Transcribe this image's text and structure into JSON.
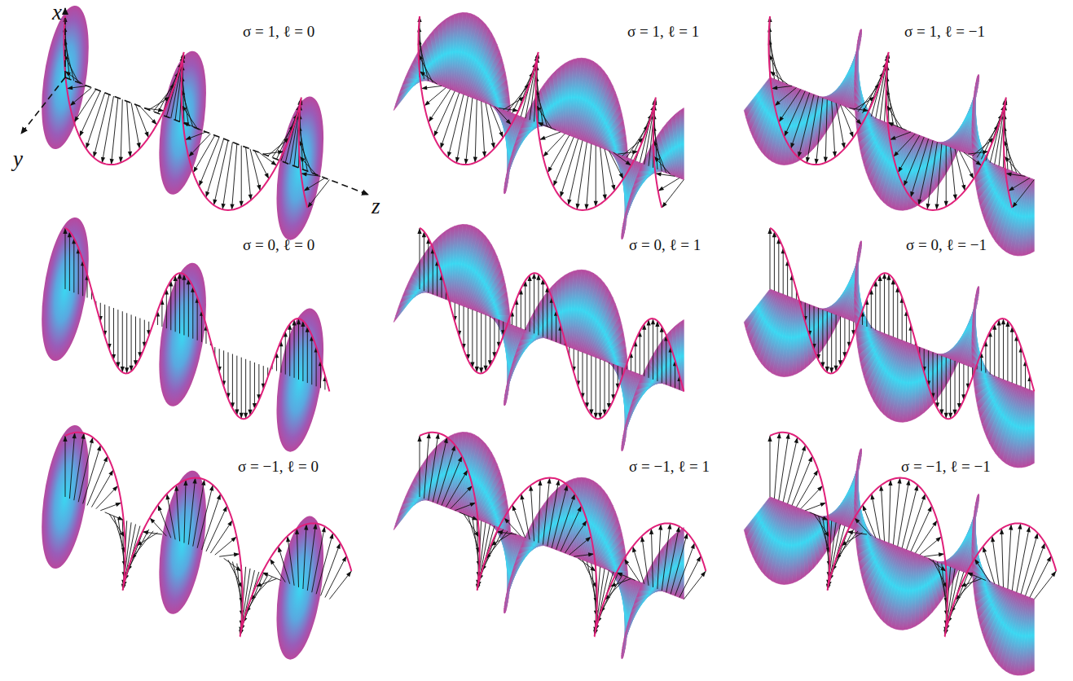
{
  "diagram": {
    "labels": [
      "x",
      "y",
      "z",
      "σ = 1, ℓ = 0",
      "σ = 1, ℓ = 1",
      "σ = 1, ℓ = −1",
      "σ = 0, ℓ = 0",
      "σ = 0, ℓ = 1",
      "σ = 0, ℓ = −1",
      "σ = −1, ℓ = 0",
      "σ = −1, ℓ = 1",
      "σ = −1, ℓ = −1"
    ]
  }
}
